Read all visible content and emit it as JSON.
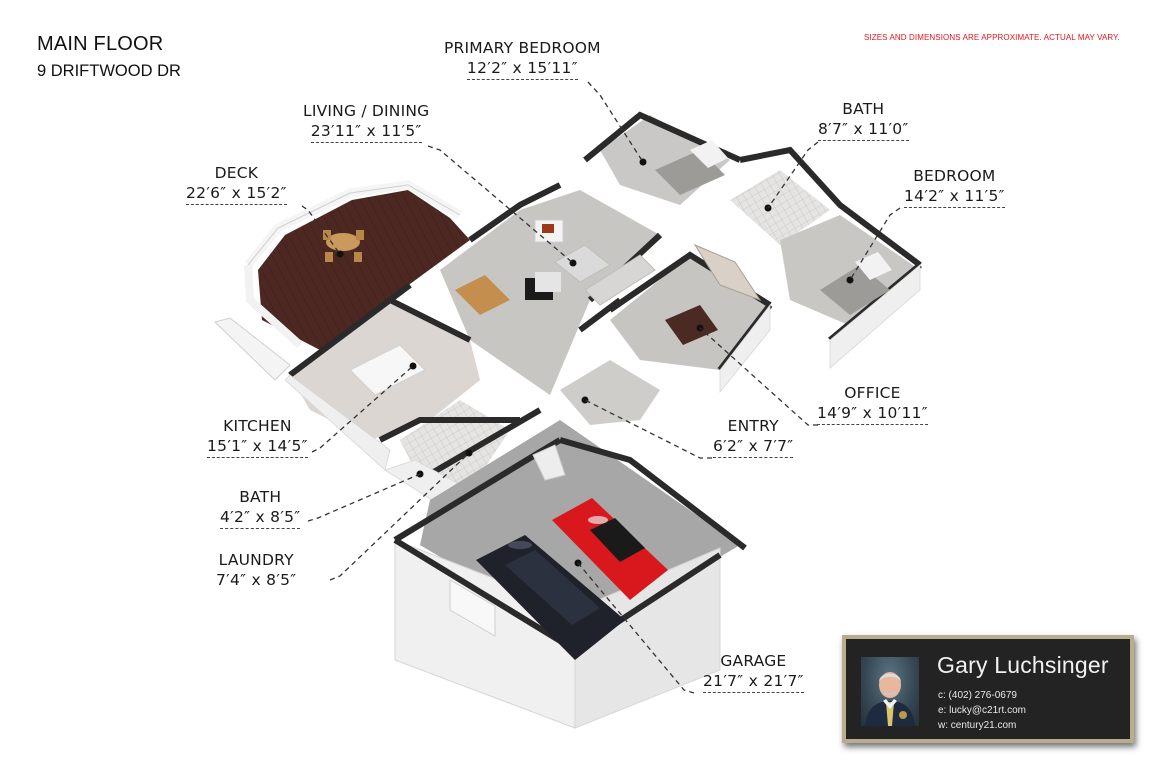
{
  "header": {
    "title": "MAIN FLOOR",
    "address": "9 DRIFTWOOD DR"
  },
  "disclaimer": "Sizes and dimensions are approximate. Actual may vary.",
  "colors": {
    "disclaimer": "#e8141b",
    "wall_top": "#2a2a2a",
    "wall_face": "#ededed",
    "floor_carpet": "#c9c8c5",
    "floor_tile": "#d9d5d2",
    "deck": "#4a2620",
    "garage_floor": "#a9a9a9",
    "card_bg": "#232323",
    "card_border": "#b9ad8e",
    "car_red": "#d8181c",
    "car_black": "#1f222b"
  },
  "rooms": [
    {
      "name": "PRIMARY BEDROOM",
      "dims": "12′2″ x 15′11″"
    },
    {
      "name": "LIVING / DINING",
      "dims": "23′11″ x 11′5″"
    },
    {
      "name": "BATH",
      "dims": "8′7″ x 11′0″"
    },
    {
      "name": "BEDROOM",
      "dims": "14′2″ x 11′5″"
    },
    {
      "name": "DECK",
      "dims": "22′6″ x 15′2″"
    },
    {
      "name": "OFFICE",
      "dims": "14′9″ x 10′11″"
    },
    {
      "name": "KITCHEN",
      "dims": "15′1″ x 14′5″"
    },
    {
      "name": "ENTRY",
      "dims": "6′2″ x 7′7″"
    },
    {
      "name": "BATH",
      "dims": "4′2″ x 8′5″"
    },
    {
      "name": "LAUNDRY",
      "dims": "7′4″ x 8′5″"
    },
    {
      "name": "GARAGE",
      "dims": "21′7″ x 21′7″"
    }
  ],
  "agent": {
    "name": "Gary Luchsinger",
    "phone": "c: (402) 276-0679",
    "email": "e: lucky@c21rt.com",
    "web": "w: century21.com"
  }
}
